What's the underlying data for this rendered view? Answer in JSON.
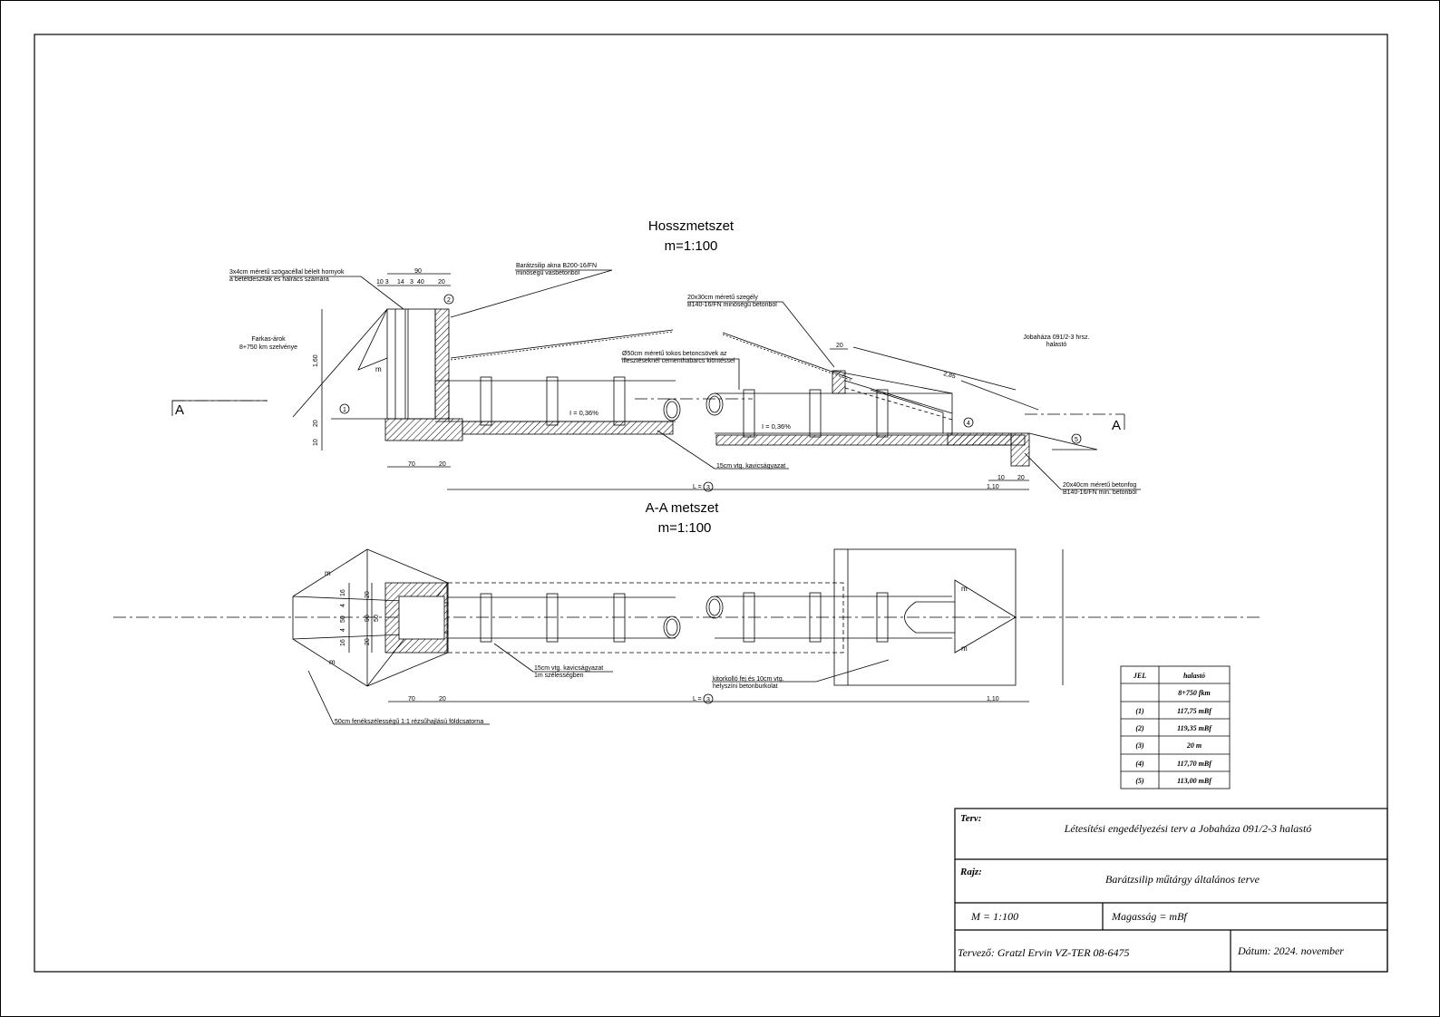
{
  "sections": {
    "long_title": "Hosszmetszet",
    "long_scale": "m=1:100",
    "plan_title": "A-A metszet",
    "plan_scale": "m=1:100",
    "cut_mark": "A"
  },
  "annotations": {
    "groove_1": "3x4cm méretű szögacéllal bélelt hornyok",
    "groove_2": "a betétdeszkák és hálrács számára",
    "shaft_1": "Barátzsilip akna B200-16/FN",
    "shaft_2": "minőségű vasbetonból",
    "curb_1": "20x30cm méretű szegély",
    "curb_2": "B140-16/FN minőségű betonból",
    "farkas_1": "Farkas-árok",
    "farkas_2": "8+750 km szelvénye",
    "pond_1": "Jobaháza 091/2-3 hrsz.",
    "pond_2": "halastó",
    "pipe_1": "Ø50cm méretű tokos betoncsövek az",
    "pipe_2": "illesztéseknél cementhabarcs kiöntéssel",
    "slope_left": "I = 0,36%",
    "slope_right": "I = 0,36%",
    "gravel_long": "15cm vtg. kavicságyazat",
    "footing_1": "20x40cm méretű betonfog",
    "footing_2": "B140-16/FN min. betonból",
    "gravel_plan_1": "15cm vtg. kavicságyazat",
    "gravel_plan_2": "1m szélességben",
    "outlet_1": "kitorkolló fej és 10cm vtg.",
    "outlet_2": "helyszíni betonburkolat",
    "ditch": "50cm fenékszélességű 1:1 rézsűhajlású földcsatorna",
    "slope_len": "2,85",
    "length_label": "L =",
    "m_mark": "m"
  },
  "dimensions": {
    "d90": "90",
    "d10_3": "10 3",
    "d14": "14",
    "d3": "3",
    "d40": "40",
    "d20": "20",
    "d160": "1,60",
    "d20v": "20",
    "d10v": "10",
    "d70": "70",
    "d20b": "20",
    "d110": "1,10",
    "d10r": "10",
    "d20r": "20",
    "d20c": "20",
    "p70": "70",
    "p20": "20",
    "p110": "1,10",
    "pv16a": "16",
    "pv4a": "4",
    "pv50": "50",
    "pv4b": "4",
    "pv16b": "16",
    "pv20a": "20",
    "pv90": "90",
    "pv20b": "20",
    "pv50b": "50"
  },
  "markers": [
    "1",
    "2",
    "3",
    "4",
    "5"
  ],
  "legend": {
    "headers": [
      "JEL",
      "halastó"
    ],
    "rows": [
      [
        "",
        "8+750 fkm"
      ],
      [
        "(1)",
        "117,75 mBf"
      ],
      [
        "(2)",
        "119,35 mBf"
      ],
      [
        "(3)",
        "20 m"
      ],
      [
        "(4)",
        "117,70 mBf"
      ],
      [
        "(5)",
        "113,00 mBf"
      ]
    ]
  },
  "title_block": {
    "terv_label": "Terv:",
    "terv_value": "Létesítési engedélyezési terv a Jobaháza 091/2-3 halastó",
    "rajz_label": "Rajz:",
    "rajz_value": "Barátzsilip műtárgy általános terve",
    "scale": "M = 1:100",
    "height": "Magasság = mBf",
    "designer": "Tervező: Gratzl Ervin VZ-TER 08-6475",
    "date": "Dátum: 2024. november"
  }
}
